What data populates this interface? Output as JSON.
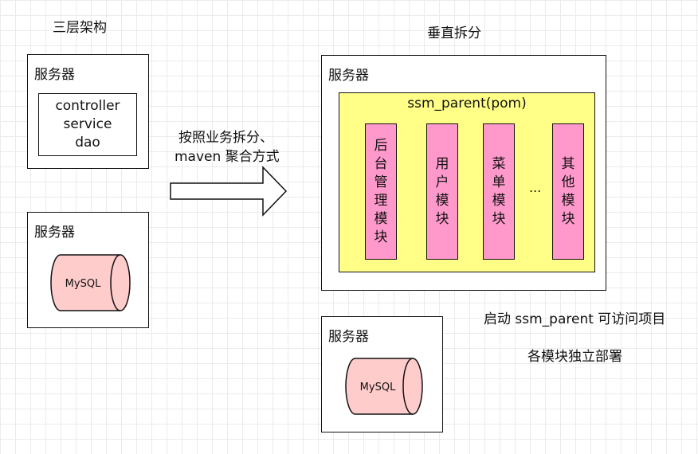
{
  "left": {
    "heading": "三层架构",
    "server1": {
      "title": "服务器",
      "layers": [
        "controller",
        "service",
        "dao"
      ]
    },
    "server2": {
      "title": "服务器",
      "db_label": "MySQL"
    }
  },
  "arrow": {
    "line1": "按照业务拆分、",
    "line2": "maven 聚合方式"
  },
  "right": {
    "heading": "垂直拆分",
    "server_main": {
      "title": "服务器",
      "parent_label": "ssm_parent(pom)",
      "modules": [
        {
          "chars": [
            "后",
            "台",
            "管",
            "理",
            "模",
            "块"
          ]
        },
        {
          "chars": [
            "用",
            "户",
            "模",
            "块"
          ]
        },
        {
          "chars": [
            "菜",
            "单",
            "模",
            "块"
          ]
        },
        {
          "chars": [
            "其",
            "他",
            "模",
            "块"
          ]
        }
      ],
      "ellipsis": "..."
    },
    "server_db": {
      "title": "服务器",
      "db_label": "MySQL"
    },
    "note1": "启动 ssm_parent 可访问项目",
    "note2": "各模块独立部署"
  },
  "colors": {
    "grid": "#ebebeb",
    "parent_fill": "#ffff88",
    "module_fill": "#ff99cc",
    "db_fill": "#ffcccc",
    "stroke": "#111111"
  }
}
